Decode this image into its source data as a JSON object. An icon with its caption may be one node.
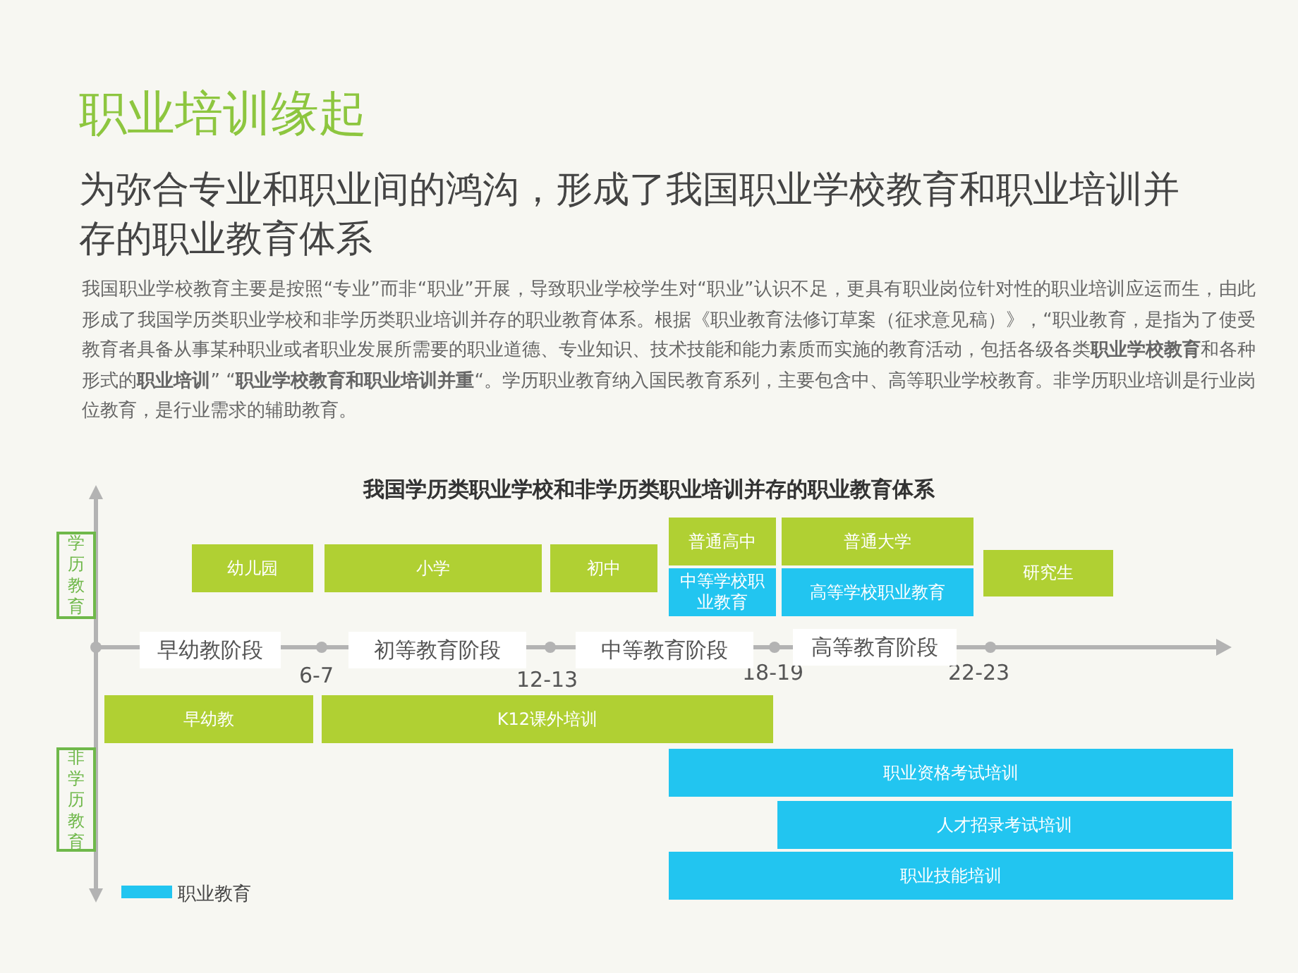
{
  "diagram": {
    "title": "职业培训缘起",
    "nodes": [
      {
        "text": [
          "学历教育"
        ]
      },
      {
        "text": [
          "幼儿园"
        ]
      },
      {
        "text": [
          "小学"
        ]
      },
      {
        "text": [
          "初中"
        ]
      },
      {
        "text": [
          "普通高中"
        ]
      },
      {
        "text": [
          "普通大学"
        ]
      },
      {
        "text": [
          "中等学校职业教育"
        ]
      },
      {
        "text": [
          "高等学校职业教育"
        ]
      },
      {
        "text": [
          "研究生"
        ]
      },
      {
        "text": [
          "早幼教阶段"
        ]
      },
      {
        "text": [
          "初等教育阶段"
        ]
      },
      {
        "text": [
          "中等教育阶段"
        ]
      },
      {
        "text": [
          "高等教育阶段"
        ]
      },
      {
        "text": [
          "早幼教"
        ]
      },
      {
        "text": [
          "K12课外培训"
        ]
      },
      {
        "text": [
          "非学历教育"
        ]
      },
      {
        "text": [
          "职业资格考试培训"
        ]
      },
      {
        "text": [
          "人才招录考试培训"
        ]
      },
      {
        "text": [
          "职业技能培训"
        ]
      }
    ],
    "edges": [],
    "labels": [
      "为弥合专业和职业间的鸿沟，形成了我国职业学校教育和职业培训并存的职业教育体系",
      "我国职业学校教育主要是按照“专业”而非“职业”开展，导致职业学校学生对“职业”认识不足，更具有职业岗位针对性的职业培训应运而生，由此形成了我国学历类职业学校和非学历类职业培训并存的职业教育体系。根据《职业教育法修订草案（征求意见稿）》，“职业教育，是指为了使受教育者具备从事某种职业或者职业发展所需要的职业道德、专业知识、技术技能和能力素质而实施的教育活动，包括各级各类**职业学校教育**和各种形式的**职业培训**” “**职业学校教育和职业培训并重**“。学历职业教育纳入国民教育系列，主要包含中、高等职业学校教育。非学历职业培训是行业岗位教育，是行业需求的辅助教育。",
      "我国学历类职业学校和非学历类职业培训并存的职业教育体系",
      "6-7",
      "12-13",
      "18-19",
      "22-23"
    ],
    "legend": [
      {
        "text": "职业教育",
        "color": "#22c5f0"
      }
    ]
  }
}
